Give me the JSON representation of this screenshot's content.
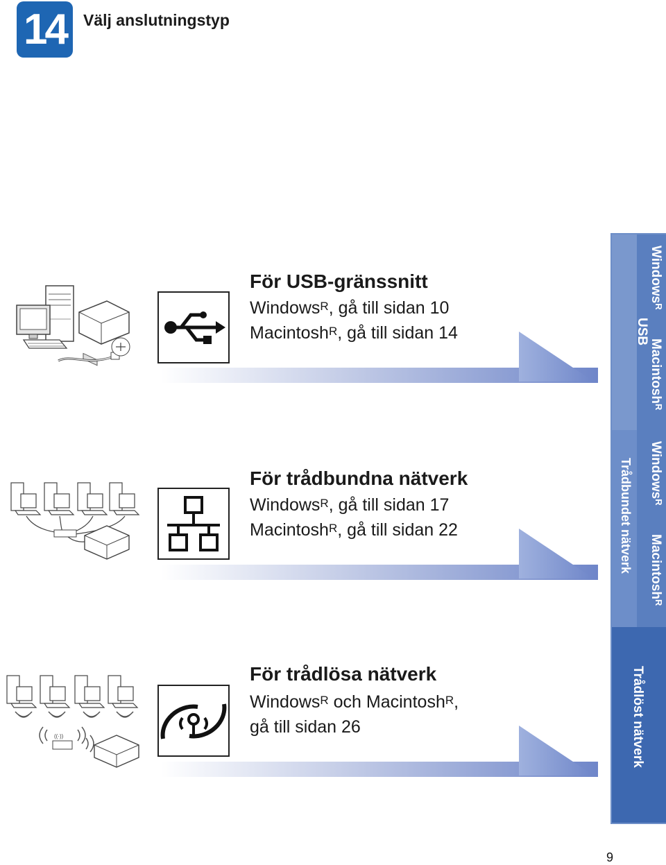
{
  "header": {
    "step_number": "14",
    "title": "Välj anslutningstyp"
  },
  "sections": [
    {
      "title": "För USB-gränssnitt",
      "line1_a": "Windows",
      "line1_b": ", gå till sidan 10",
      "line2_a": "Macintosh",
      "line2_b": ", gå till sidan 14",
      "icon": "usb-icon",
      "illustration": "computer-printer-usb-cable"
    },
    {
      "title": "För trådbundna nätverk",
      "line1_a": "Windows",
      "line1_b": ", gå till sidan 17",
      "line2_a": "Macintosh",
      "line2_b": ", gå till sidan 22",
      "icon": "wired-network-icon",
      "illustration": "computers-hub-printer"
    },
    {
      "title": "För trådlösa nätverk",
      "line1_a": "Windows",
      "line1_b": " och Macintosh",
      "line1_c": ",",
      "line2": "gå till sidan 26",
      "icon": "wireless-network-icon",
      "illustration": "computers-access-point-printer"
    }
  ],
  "side_tabs": {
    "usb": {
      "label": "USB",
      "windows": "Windows",
      "macintosh": "Macintosh"
    },
    "wired": {
      "label": "Trådbundet nätverk",
      "windows": "Windows",
      "macintosh": "Macintosh"
    },
    "wireless": {
      "label": "Trådlöst nätverk"
    }
  },
  "registered_mark": "R",
  "page_number": "9",
  "colors": {
    "badge": "#1e66b3",
    "tab_dark": "#3d68b0",
    "tab_mid": "#5a7fbf",
    "tab_light": "#7a98cd"
  }
}
